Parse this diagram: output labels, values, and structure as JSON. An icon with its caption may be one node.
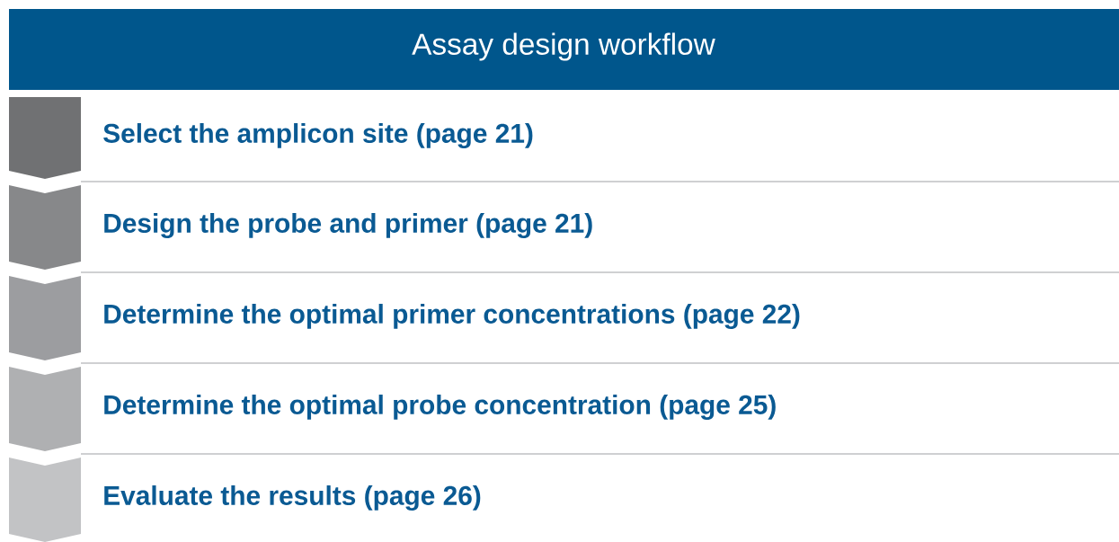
{
  "diagram": {
    "title": "Assay design workflow",
    "nodes": [
      {
        "text": [
          "Select the amplicon site (page 21)"
        ]
      },
      {
        "text": [
          "Design the probe and primer (page 21)"
        ]
      },
      {
        "text": [
          "Determine the optimal primer concentrations (page 22)"
        ]
      },
      {
        "text": [
          "Determine the optimal probe concentration (page 25)"
        ]
      },
      {
        "text": [
          "Evaluate the results (page 26)"
        ]
      }
    ]
  }
}
